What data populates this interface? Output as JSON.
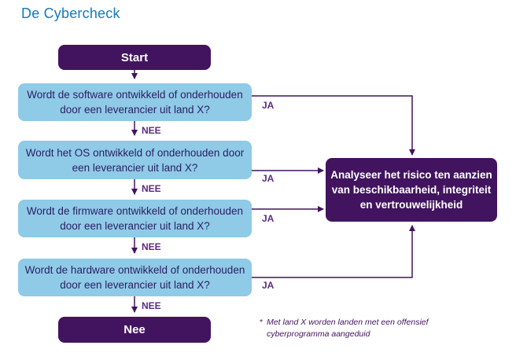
{
  "title": "De Cybercheck",
  "colors": {
    "title_blue": "#1678be",
    "dark_purple": "#42145f",
    "light_blue": "#8fcae7",
    "question_text": "#2a1f63",
    "edge_label_purple": "#5c2b80",
    "arrow_purple": "#42145f"
  },
  "flow": {
    "start_label": "Start",
    "questions": [
      {
        "line1": "Wordt de software ontwikkeld of onderhouden",
        "line2": "door een leverancier uit land X?"
      },
      {
        "line1": "Wordt het OS ontwikkeld of onderhouden door",
        "line2": "een leverancier uit land X?"
      },
      {
        "line1": "Wordt de firmware ontwikkeld of onderhouden",
        "line2": "door een leverancier uit land X?"
      },
      {
        "line1": "Wordt de hardware ontwikkeld of onderhouden",
        "line2": "door een leverancier uit land X?"
      }
    ],
    "yes_label": "JA",
    "no_label": "NEE",
    "end_label": "Nee",
    "outcome": {
      "line1": "Analyseer het risico ten aanzien",
      "line2": "van beschikbaarheid, integriteit",
      "line3": "en vertrouwelijkheid"
    },
    "footnote": {
      "marker": "*",
      "line1": "Met land X worden landen met een offensief",
      "line2": "cyberprogramma aangeduid"
    }
  }
}
